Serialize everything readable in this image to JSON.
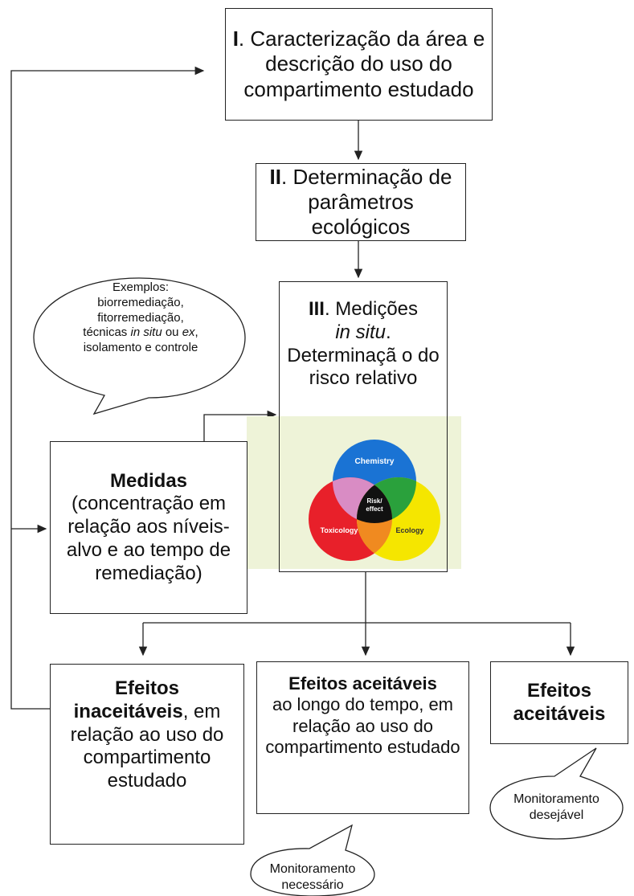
{
  "box1": {
    "num": "I",
    "text": ". Caracterização da área e descrição do uso do compartimento estudado"
  },
  "box2": {
    "num": "II",
    "text": ". Determinação de parâmetros ecológicos"
  },
  "box3": {
    "num": "III",
    "text1": ". Medições",
    "italic": "in situ",
    "text2": ". Determinaçã o do risco relativo"
  },
  "box4": {
    "title": "Medidas",
    "text": "(concentração em relação aos níveis-alvo e ao tempo de remediação)"
  },
  "box5": {
    "title": "Efeitos inaceitáveis",
    "text": ", em relação ao uso do compartimento estudado"
  },
  "box6": {
    "title": "Efeitos aceitáveis",
    "text": "ao longo do tempo, em relação ao uso do compartimento estudado"
  },
  "box7": {
    "title": "Efeitos aceitáveis"
  },
  "bubble1": {
    "l1": "Exemplos:",
    "l2": "biorremediação,",
    "l3": "fitorremediação,",
    "l4a": "técnicas",
    "l4i": "in situ",
    "l4b": "ou",
    "l4c": "ex",
    "l4d": ",",
    "l5": "isolamento e controle"
  },
  "bubble2": {
    "text": "Monitoramento necessário"
  },
  "bubble3": {
    "text": "Monitoramento desejável"
  },
  "venn": {
    "chemistry": "Chemistry",
    "toxicology": "Toxicology",
    "ecology": "Ecology",
    "center1": "Risk/",
    "center2": "effect"
  },
  "colors": {
    "chemistry": "#1a73d4",
    "toxicology": "#e8202a",
    "ecology": "#f5e600",
    "overlap_ct": "#d98cc4",
    "overlap_ce": "#2aa13c",
    "overlap_te": "#f08a20",
    "center": "#111111"
  }
}
